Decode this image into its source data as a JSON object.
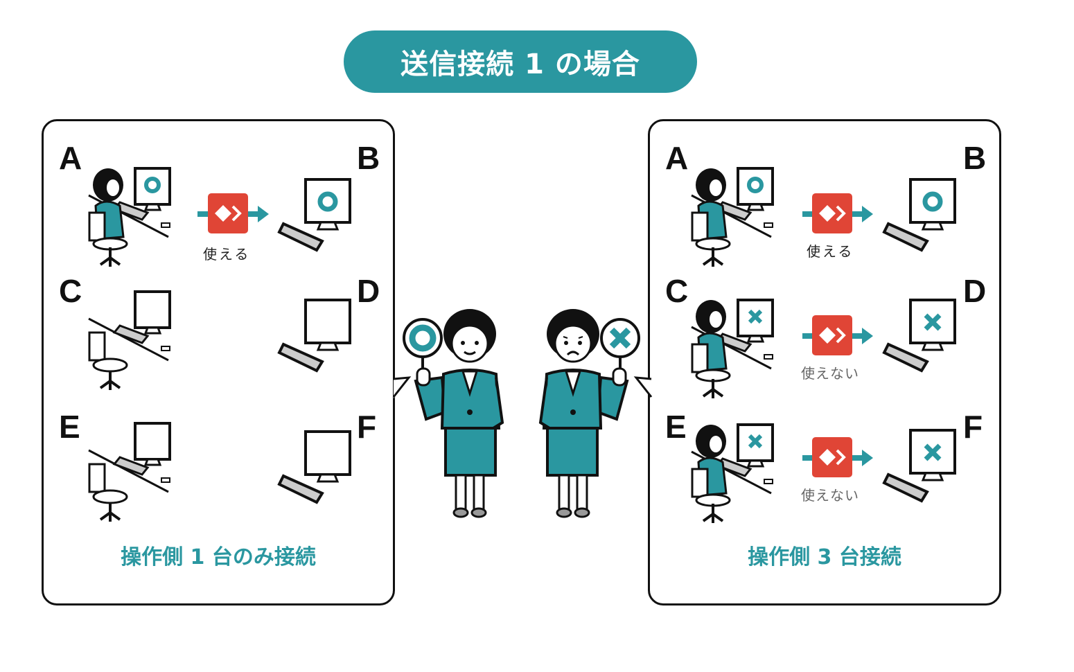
{
  "title": "送信接続 1 の場合",
  "colors": {
    "accent": "#2a97a0",
    "badge": "#e04536",
    "outline": "#111111",
    "keyboard": "#cccccc"
  },
  "left_panel": {
    "caption": "操作側 1 台のみ接続",
    "rows": [
      {
        "source": "A",
        "target": "B",
        "source_occupied": true,
        "screen_mark": "circle",
        "connector": true,
        "label": "使える",
        "label_state": "ok"
      },
      {
        "source": "C",
        "target": "D",
        "source_occupied": false,
        "screen_mark": "none",
        "connector": false,
        "label": "",
        "label_state": "none"
      },
      {
        "source": "E",
        "target": "F",
        "source_occupied": false,
        "screen_mark": "none",
        "connector": false,
        "label": "",
        "label_state": "none"
      }
    ]
  },
  "right_panel": {
    "caption": "操作側 3 台接続",
    "rows": [
      {
        "source": "A",
        "target": "B",
        "source_occupied": true,
        "screen_mark": "circle",
        "connector": true,
        "label": "使える",
        "label_state": "ok"
      },
      {
        "source": "C",
        "target": "D",
        "source_occupied": true,
        "screen_mark": "cross",
        "connector": true,
        "label": "使えない",
        "label_state": "ng"
      },
      {
        "source": "E",
        "target": "F",
        "source_occupied": true,
        "screen_mark": "cross",
        "connector": true,
        "label": "使えない",
        "label_state": "ng"
      }
    ]
  },
  "center": {
    "left_figure": {
      "sign": "circle",
      "expression": "smile"
    },
    "right_figure": {
      "sign": "cross",
      "expression": "worried"
    }
  }
}
